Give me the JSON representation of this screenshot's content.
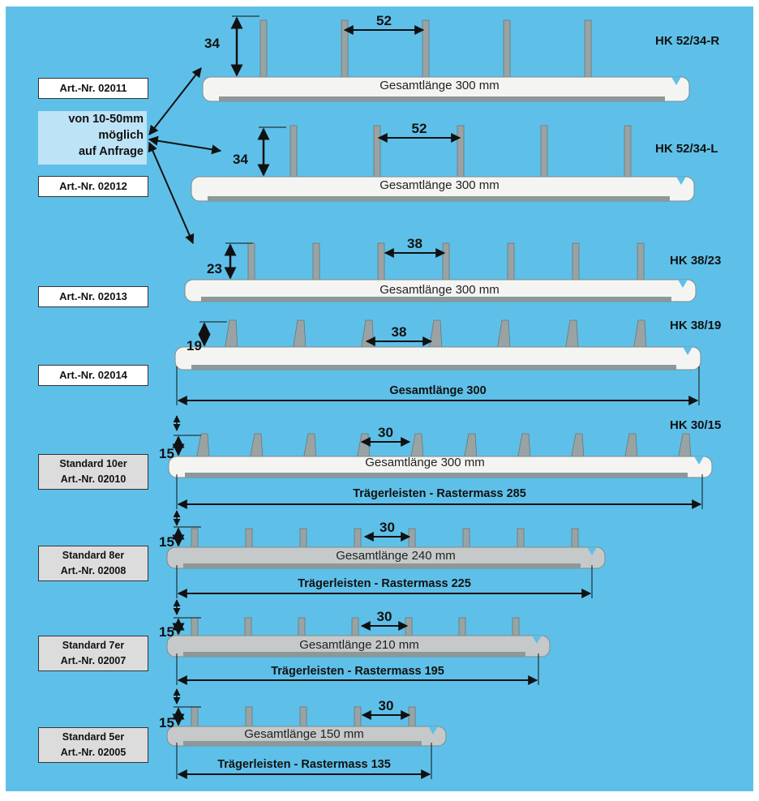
{
  "models": [
    "HK 52/34-R",
    "HK 52/34-L",
    "HK 38/23",
    "HK 38/19",
    "HK 30/15"
  ],
  "article_labels": [
    {
      "art": "Art.-Nr. 02011"
    },
    {
      "art": "Art.-Nr. 02012"
    },
    {
      "art": "Art.-Nr. 02013"
    },
    {
      "art": "Art.-Nr. 02014"
    },
    {
      "type": "Standard 10er",
      "art": "Art.-Nr. 02010"
    },
    {
      "type": "Standard 8er",
      "art": "Art.-Nr. 02008"
    },
    {
      "type": "Standard 7er",
      "art": "Art.-Nr. 02007"
    },
    {
      "type": "Standard 5er",
      "art": "Art.-Nr. 02005"
    }
  ],
  "note": [
    "von 10-50mm",
    "möglich",
    "auf Anfrage"
  ],
  "strips": [
    {
      "height": "34",
      "spacing": "52",
      "length_text": "Gesamtlänge 300 mm",
      "pins": 5
    },
    {
      "height": "34",
      "spacing": "52",
      "length_text": "Gesamtlänge 300 mm",
      "pins": 5
    },
    {
      "height": "23",
      "spacing": "38",
      "length_text": "Gesamtlänge 300 mm",
      "pins": 7
    },
    {
      "height": "19",
      "spacing": "38",
      "length_text": "",
      "pins": 7,
      "total_text": "Gesamtlänge 300"
    },
    {
      "height": "15",
      "spacing": "30",
      "length_text": "Gesamtlänge 300 mm",
      "pins": 10,
      "total_text": "Trägerleisten - Rastermass 285"
    },
    {
      "height": "15",
      "spacing": "30",
      "length_text": "Gesamtlänge 240 mm",
      "pins": 8,
      "total_text": "Trägerleisten - Rastermass 225"
    },
    {
      "height": "15",
      "spacing": "30",
      "length_text": "Gesamtlänge 210 mm",
      "pins": 7,
      "total_text": "Trägerleisten - Rastermass 195"
    },
    {
      "height": "15",
      "spacing": "30",
      "length_text": "Gesamtlänge 150 mm",
      "pins": 5,
      "total_text": "Trägerleisten - Rastermass 135"
    }
  ],
  "colors": {
    "background": "#5ec0e9",
    "note_bg": "#bde3f6",
    "strip_white": "#f4f5f2",
    "strip_grey": "#c6c9c9",
    "pin": "#9aa3a3"
  }
}
